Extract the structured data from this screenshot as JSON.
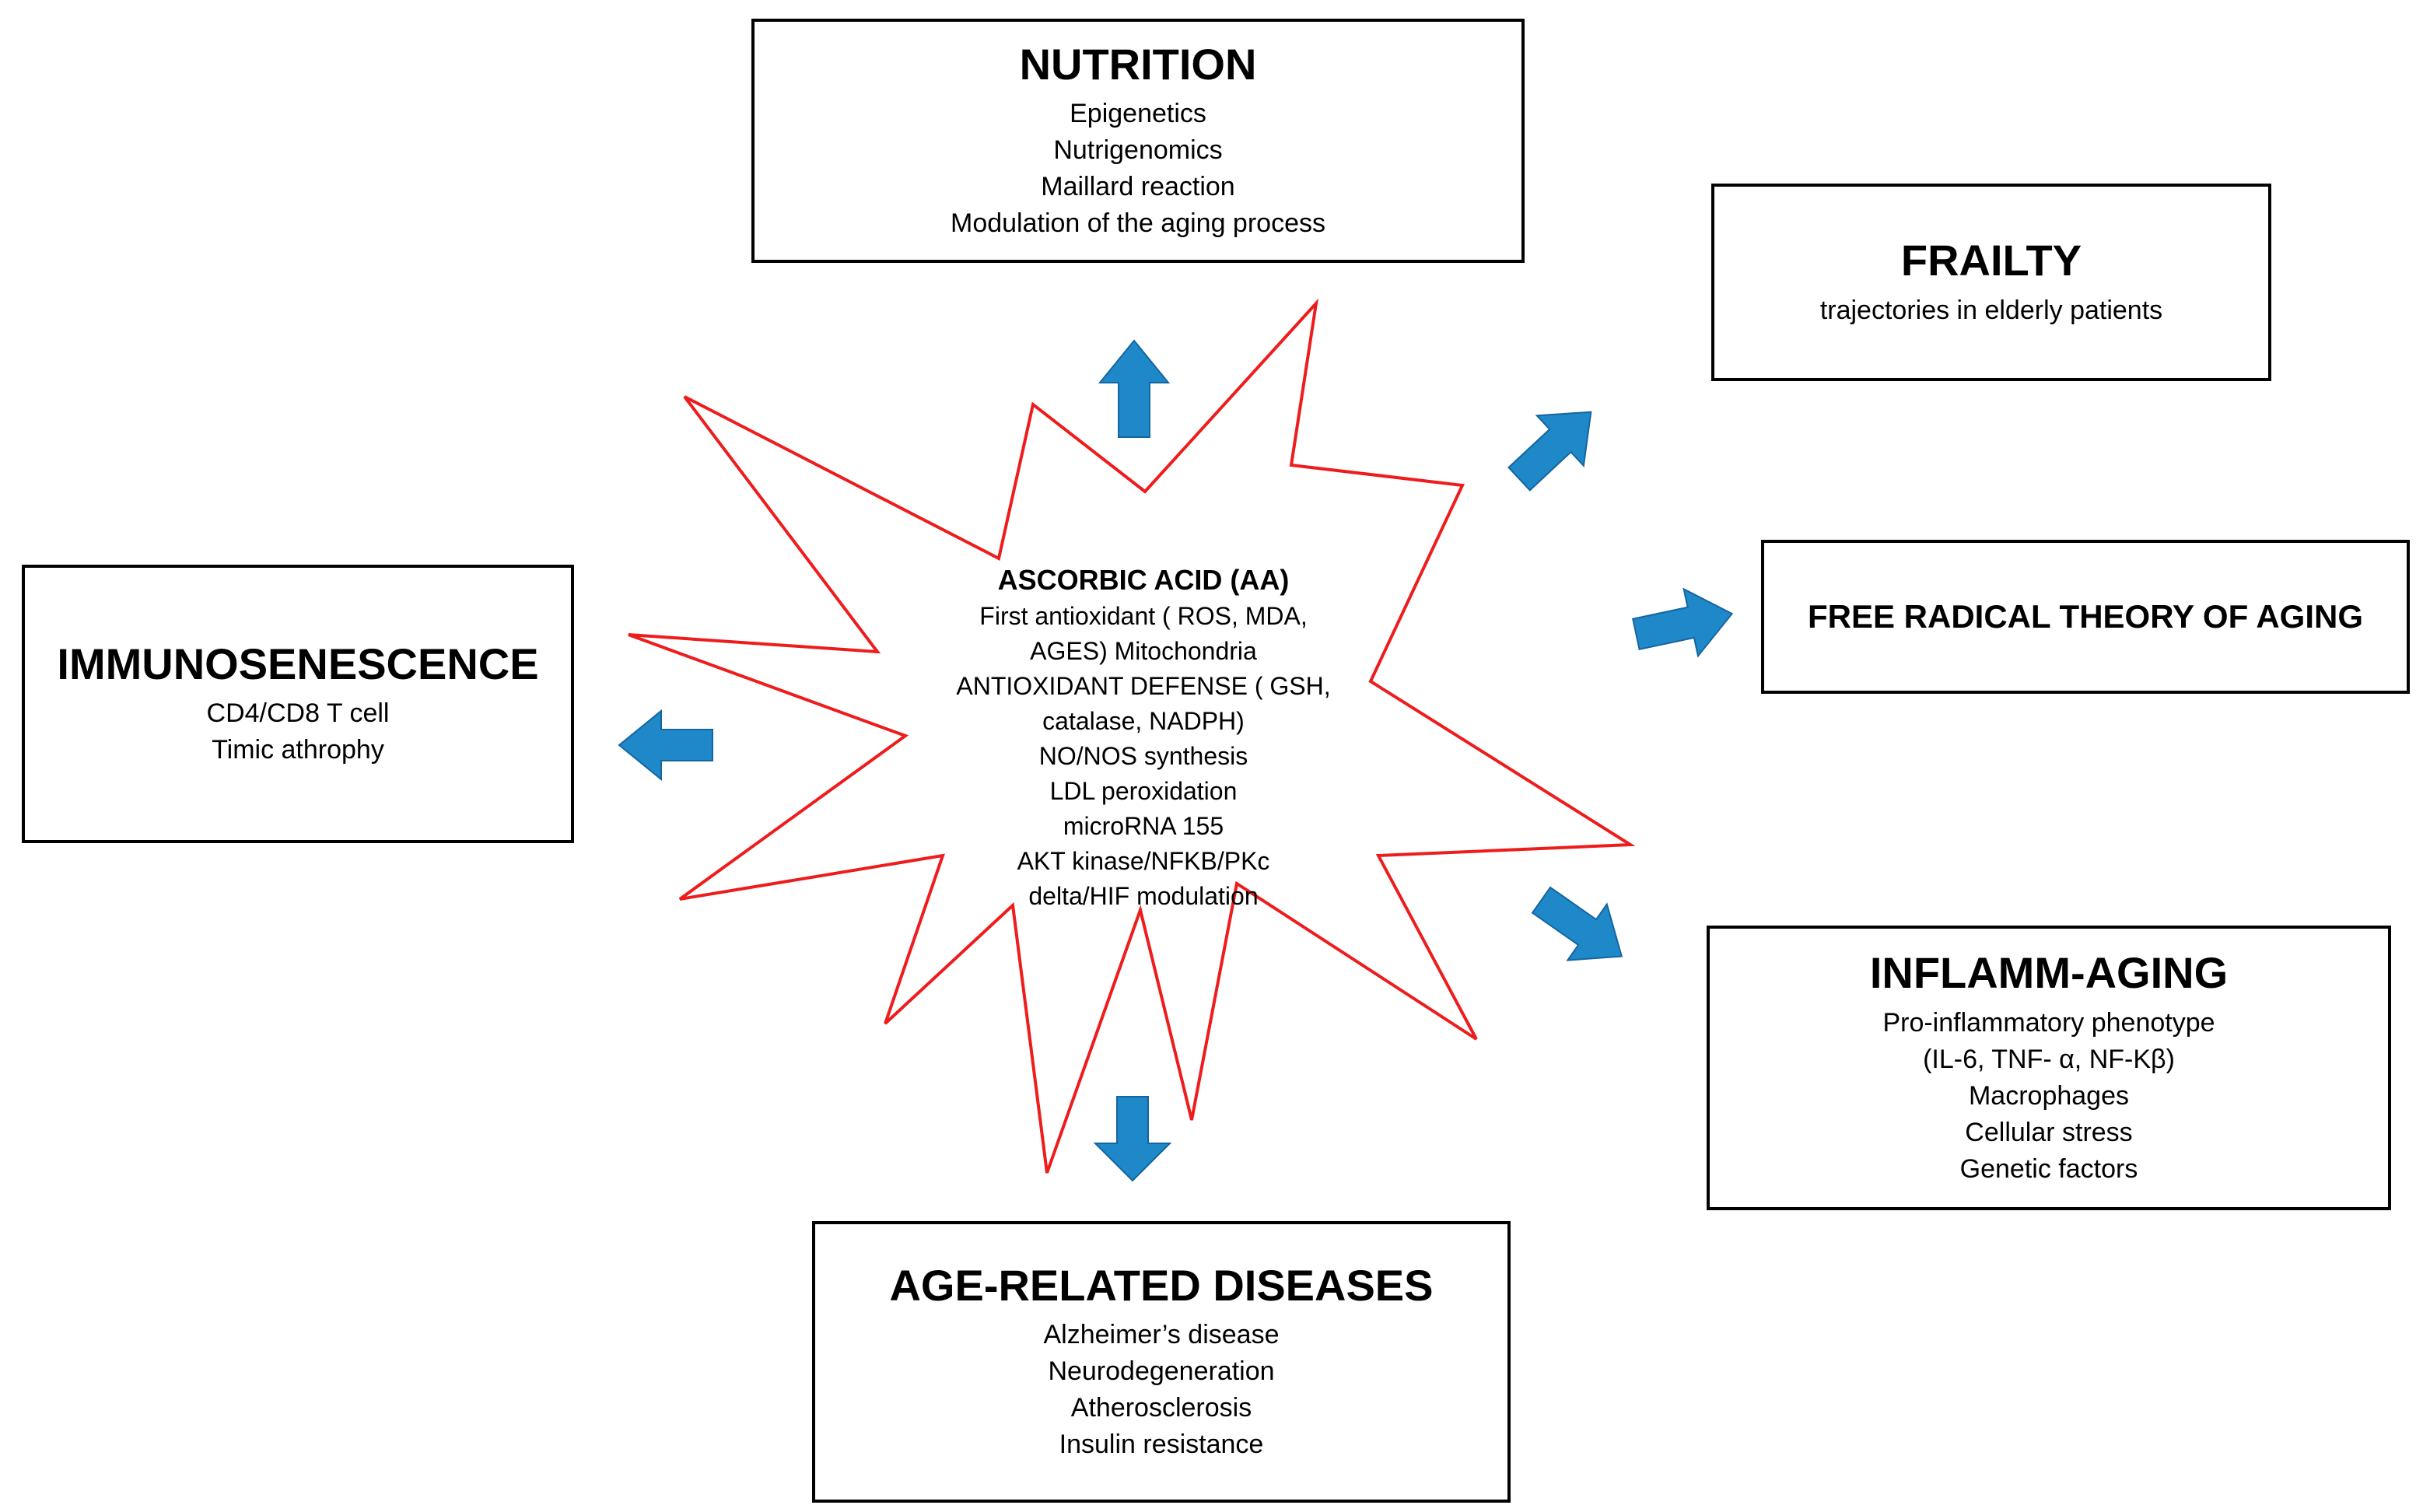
{
  "colors": {
    "burst_stroke": "#ee1c1c",
    "arrow_fill": "#1e88c8",
    "arrow_stroke": "#1565a0",
    "box_border": "#000000"
  },
  "center": {
    "title": "ASCORBIC ACID (AA)",
    "lines": [
      "First antioxidant ( ROS, MDA,",
      "AGES) Mitochondria",
      "ANTIOXIDANT DEFENSE ( GSH,",
      "catalase, NADPH)",
      "NO/NOS synthesis",
      "LDL peroxidation",
      "microRNA 155",
      " AKT kinase/NFKB/PKc",
      "delta/HIF modulation"
    ]
  },
  "boxes": {
    "nutrition": {
      "title": "NUTRITION",
      "lines": [
        "Epigenetics",
        "Nutrigenomics",
        "Maillard reaction",
        "Modulation of the aging process"
      ]
    },
    "frailty": {
      "title": "FRAILTY",
      "lines": [
        "trajectories in elderly patients"
      ]
    },
    "free_radical": {
      "title": "FREE RADICAL THEORY OF AGING",
      "lines": []
    },
    "immunosenescence": {
      "title": "IMMUNOSENESCENCE",
      "lines": [
        "CD4/CD8 T cell",
        "Timic athrophy"
      ]
    },
    "inflamm_aging": {
      "title": "INFLAMM-AGING",
      "lines": [
        "Pro-inflammatory phenotype",
        "(IL-6, TNF- α,  NF-Kβ)",
        "Macrophages",
        "Cellular stress",
        "Genetic factors"
      ]
    },
    "age_related": {
      "title": "AGE-RELATED DISEASES",
      "lines": [
        "Alzheimer’s disease",
        "Neurodegeneration",
        "Atherosclerosis",
        "Insulin resistance"
      ]
    }
  },
  "arrows": [
    {
      "id": "arrow-nutrition",
      "direction": "up"
    },
    {
      "id": "arrow-frailty",
      "direction": "up-right"
    },
    {
      "id": "arrow-free-radical",
      "direction": "right"
    },
    {
      "id": "arrow-inflamm",
      "direction": "down-right"
    },
    {
      "id": "arrow-age",
      "direction": "down"
    },
    {
      "id": "arrow-immuno",
      "direction": "left"
    }
  ]
}
